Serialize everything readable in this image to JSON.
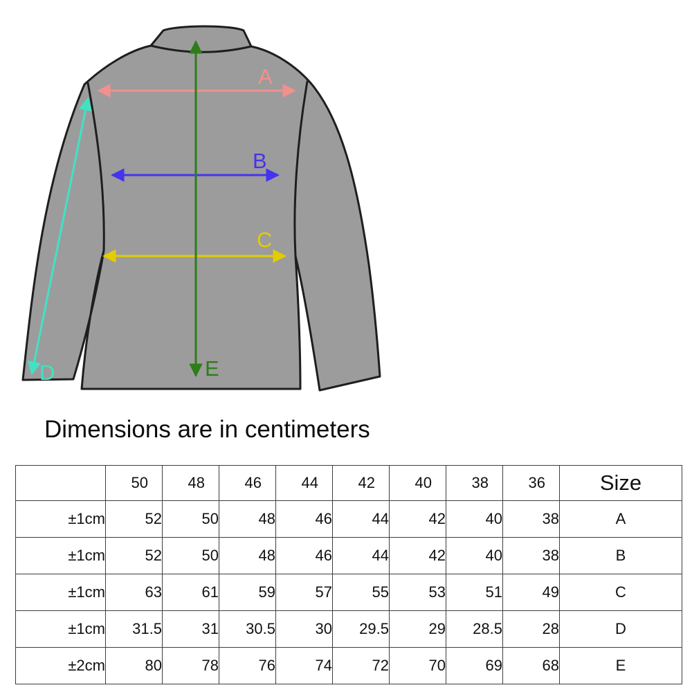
{
  "diagram": {
    "jacket_fill": "#9c9c9c",
    "jacket_outline": "#1e1e1e",
    "measurements": [
      {
        "label": "A",
        "color": "#f2908d"
      },
      {
        "label": "B",
        "color": "#4433f0"
      },
      {
        "label": "C",
        "color": "#e3cc00"
      },
      {
        "label": "D",
        "color": "#41e2c4"
      },
      {
        "label": "E",
        "color": "#2e7c1a"
      }
    ]
  },
  "caption": "Dimensions are in centimeters",
  "table": {
    "header": [
      "",
      "50",
      "48",
      "46",
      "44",
      "42",
      "40",
      "38",
      "36",
      "Size"
    ],
    "rows": [
      {
        "tolerance": "±1cm",
        "values": [
          "52",
          "50",
          "48",
          "46",
          "44",
          "42",
          "40",
          "38"
        ],
        "size": "A"
      },
      {
        "tolerance": "±1cm",
        "values": [
          "52",
          "50",
          "48",
          "46",
          "44",
          "42",
          "40",
          "38"
        ],
        "size": "B"
      },
      {
        "tolerance": "±1cm",
        "values": [
          "63",
          "61",
          "59",
          "57",
          "55",
          "53",
          "51",
          "49"
        ],
        "size": "C"
      },
      {
        "tolerance": "±1cm",
        "values": [
          "31.5",
          "31",
          "30.5",
          "30",
          "29.5",
          "29",
          "28.5",
          "28"
        ],
        "size": "D"
      },
      {
        "tolerance": "±2cm",
        "values": [
          "80",
          "78",
          "76",
          "74",
          "72",
          "70",
          "69",
          "68"
        ],
        "size": "E"
      }
    ]
  }
}
